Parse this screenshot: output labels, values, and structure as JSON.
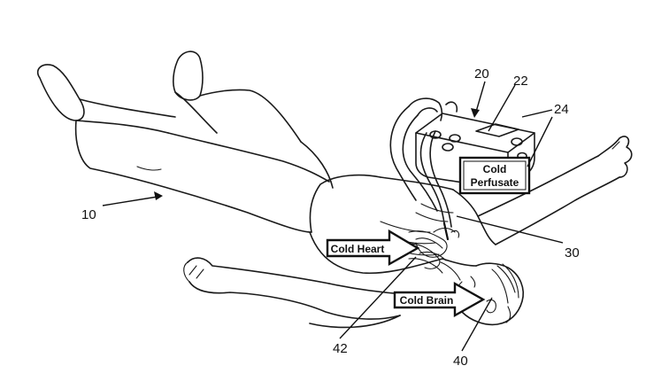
{
  "labels": {
    "cold_heart": "Cold Heart",
    "cold_brain": "Cold Brain",
    "cold_perfusate_line1": "Cold",
    "cold_perfusate_line2": "Perfusate"
  },
  "reference_numerals": {
    "patient": "10",
    "device": "20",
    "display": "22",
    "housing": "24",
    "catheter": "30",
    "brain": "40",
    "heart": "42"
  }
}
